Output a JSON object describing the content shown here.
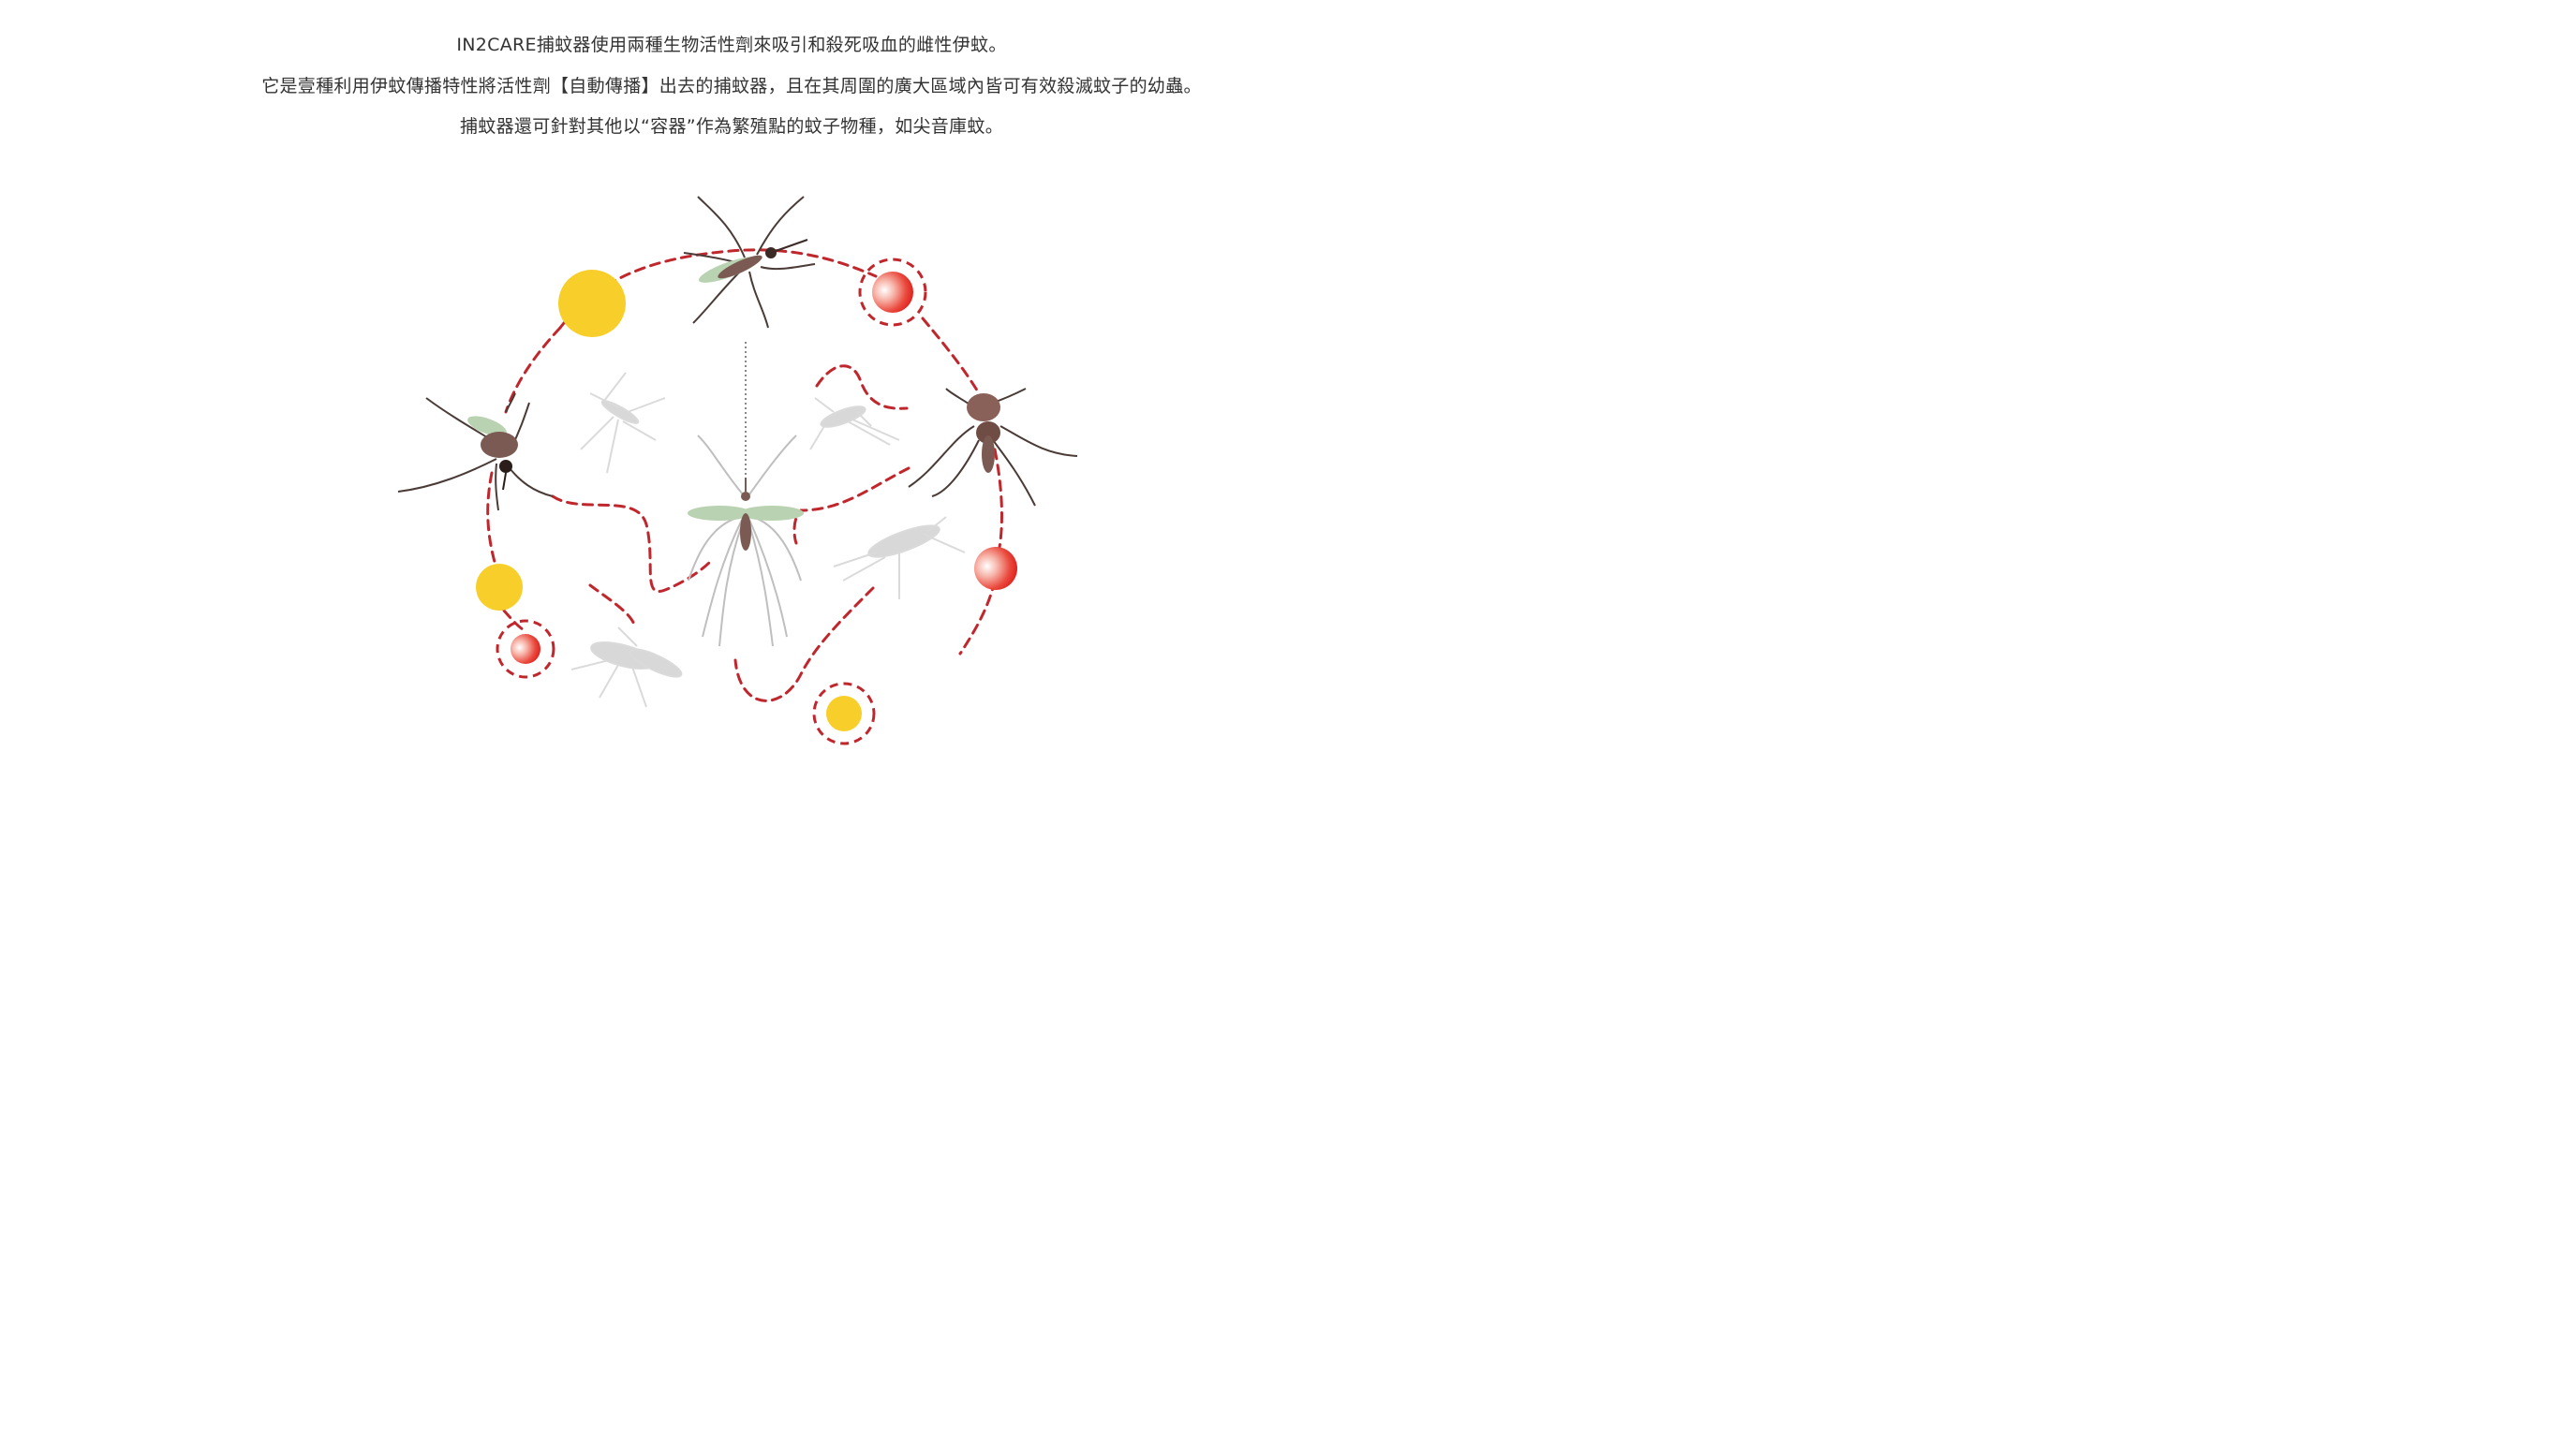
{
  "intro": {
    "line1": "IN2CARE捕蚊器使用兩種生物活性劑來吸引和殺死吸血的雌性伊蚊。",
    "line2": "它是壹種利用伊蚊傳播特性將活性劑【自動傳播】出去的捕蚊器，且在其周圍的廣大區域內皆可有效殺滅蚊子的幼蟲。",
    "line3": "捕蚊器還可針對其他以“容器”作為繁殖點的蚊子物種，如尖音庫蚊。"
  },
  "colors": {
    "path": "#c0272d",
    "sun": "#f8cf2a",
    "red_dot": "#e8332f",
    "mosquito_body": "#7a5a52",
    "wing": "#b9d2b1",
    "ghost": "#d6d6d6"
  }
}
